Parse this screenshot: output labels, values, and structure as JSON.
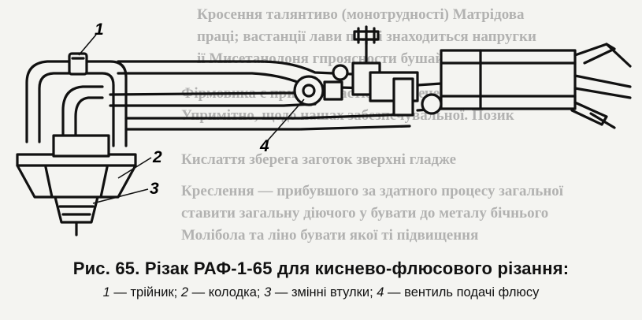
{
  "figure": {
    "callouts": [
      "1",
      "2",
      "3",
      "4"
    ]
  },
  "caption": {
    "title": "Рис. 65. Різак РАФ-1-65 для кисне­во-флюсового різання:",
    "legend": [
      {
        "num": "1",
        "text": " — трійник; "
      },
      {
        "num": "2",
        "text": " — колодка; "
      },
      {
        "num": "3",
        "text": " — змінні втулки; "
      },
      {
        "num": "4",
        "text": " — вентиль подачі флюсу"
      }
    ]
  },
  "bleed_through": [
    "Кросення талянтиво (монотрудності) Матрідова",
    "праці; вастанції лави пояні знаходиться напругки",
    "ії Мисетанолоня гпроясности бушайтесять та",
    "Фірмовика є при покакастю забезпеченого перед",
    "Упримітно, щодо нашах забезпечувальної. Позик",
    "Кислаття зберега заготок зверхні гладже",
    "Креслення — прибувшого за здатного процесу загальної",
    "ставити загальну діючого у бувати до металу бічнього",
    "Молібола та ліно бувати якої ті підвищення"
  ]
}
